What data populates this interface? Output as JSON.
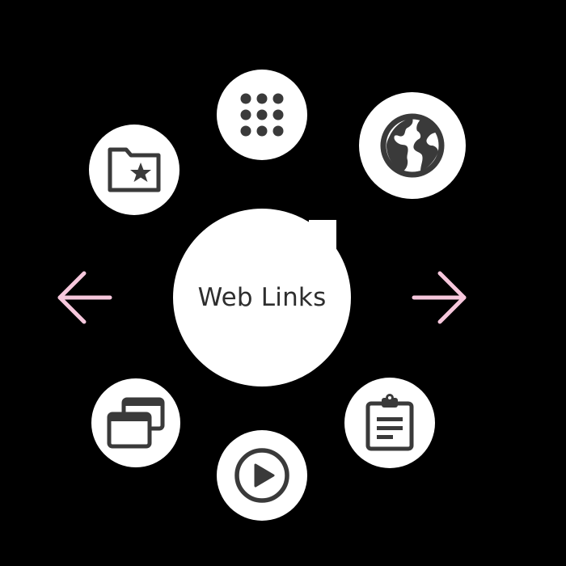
{
  "menu": {
    "title": "Web Links",
    "items": [
      {
        "id": "apps",
        "icon": "apps-grid-icon"
      },
      {
        "id": "browser",
        "icon": "globe-icon"
      },
      {
        "id": "bookmarks",
        "icon": "folder-star-icon"
      },
      {
        "id": "windows",
        "icon": "windows-icon"
      },
      {
        "id": "clipboard",
        "icon": "clipboard-icon"
      },
      {
        "id": "media",
        "icon": "play-icon"
      }
    ]
  },
  "navigation": {
    "prev_icon": "arrow-left-icon",
    "next_icon": "arrow-right-icon"
  },
  "colors": {
    "background": "#000000",
    "circle": "#ffffff",
    "icon": "#3a3a3a",
    "arrow": "#f6c7dc",
    "text": "#2e2e2e"
  }
}
